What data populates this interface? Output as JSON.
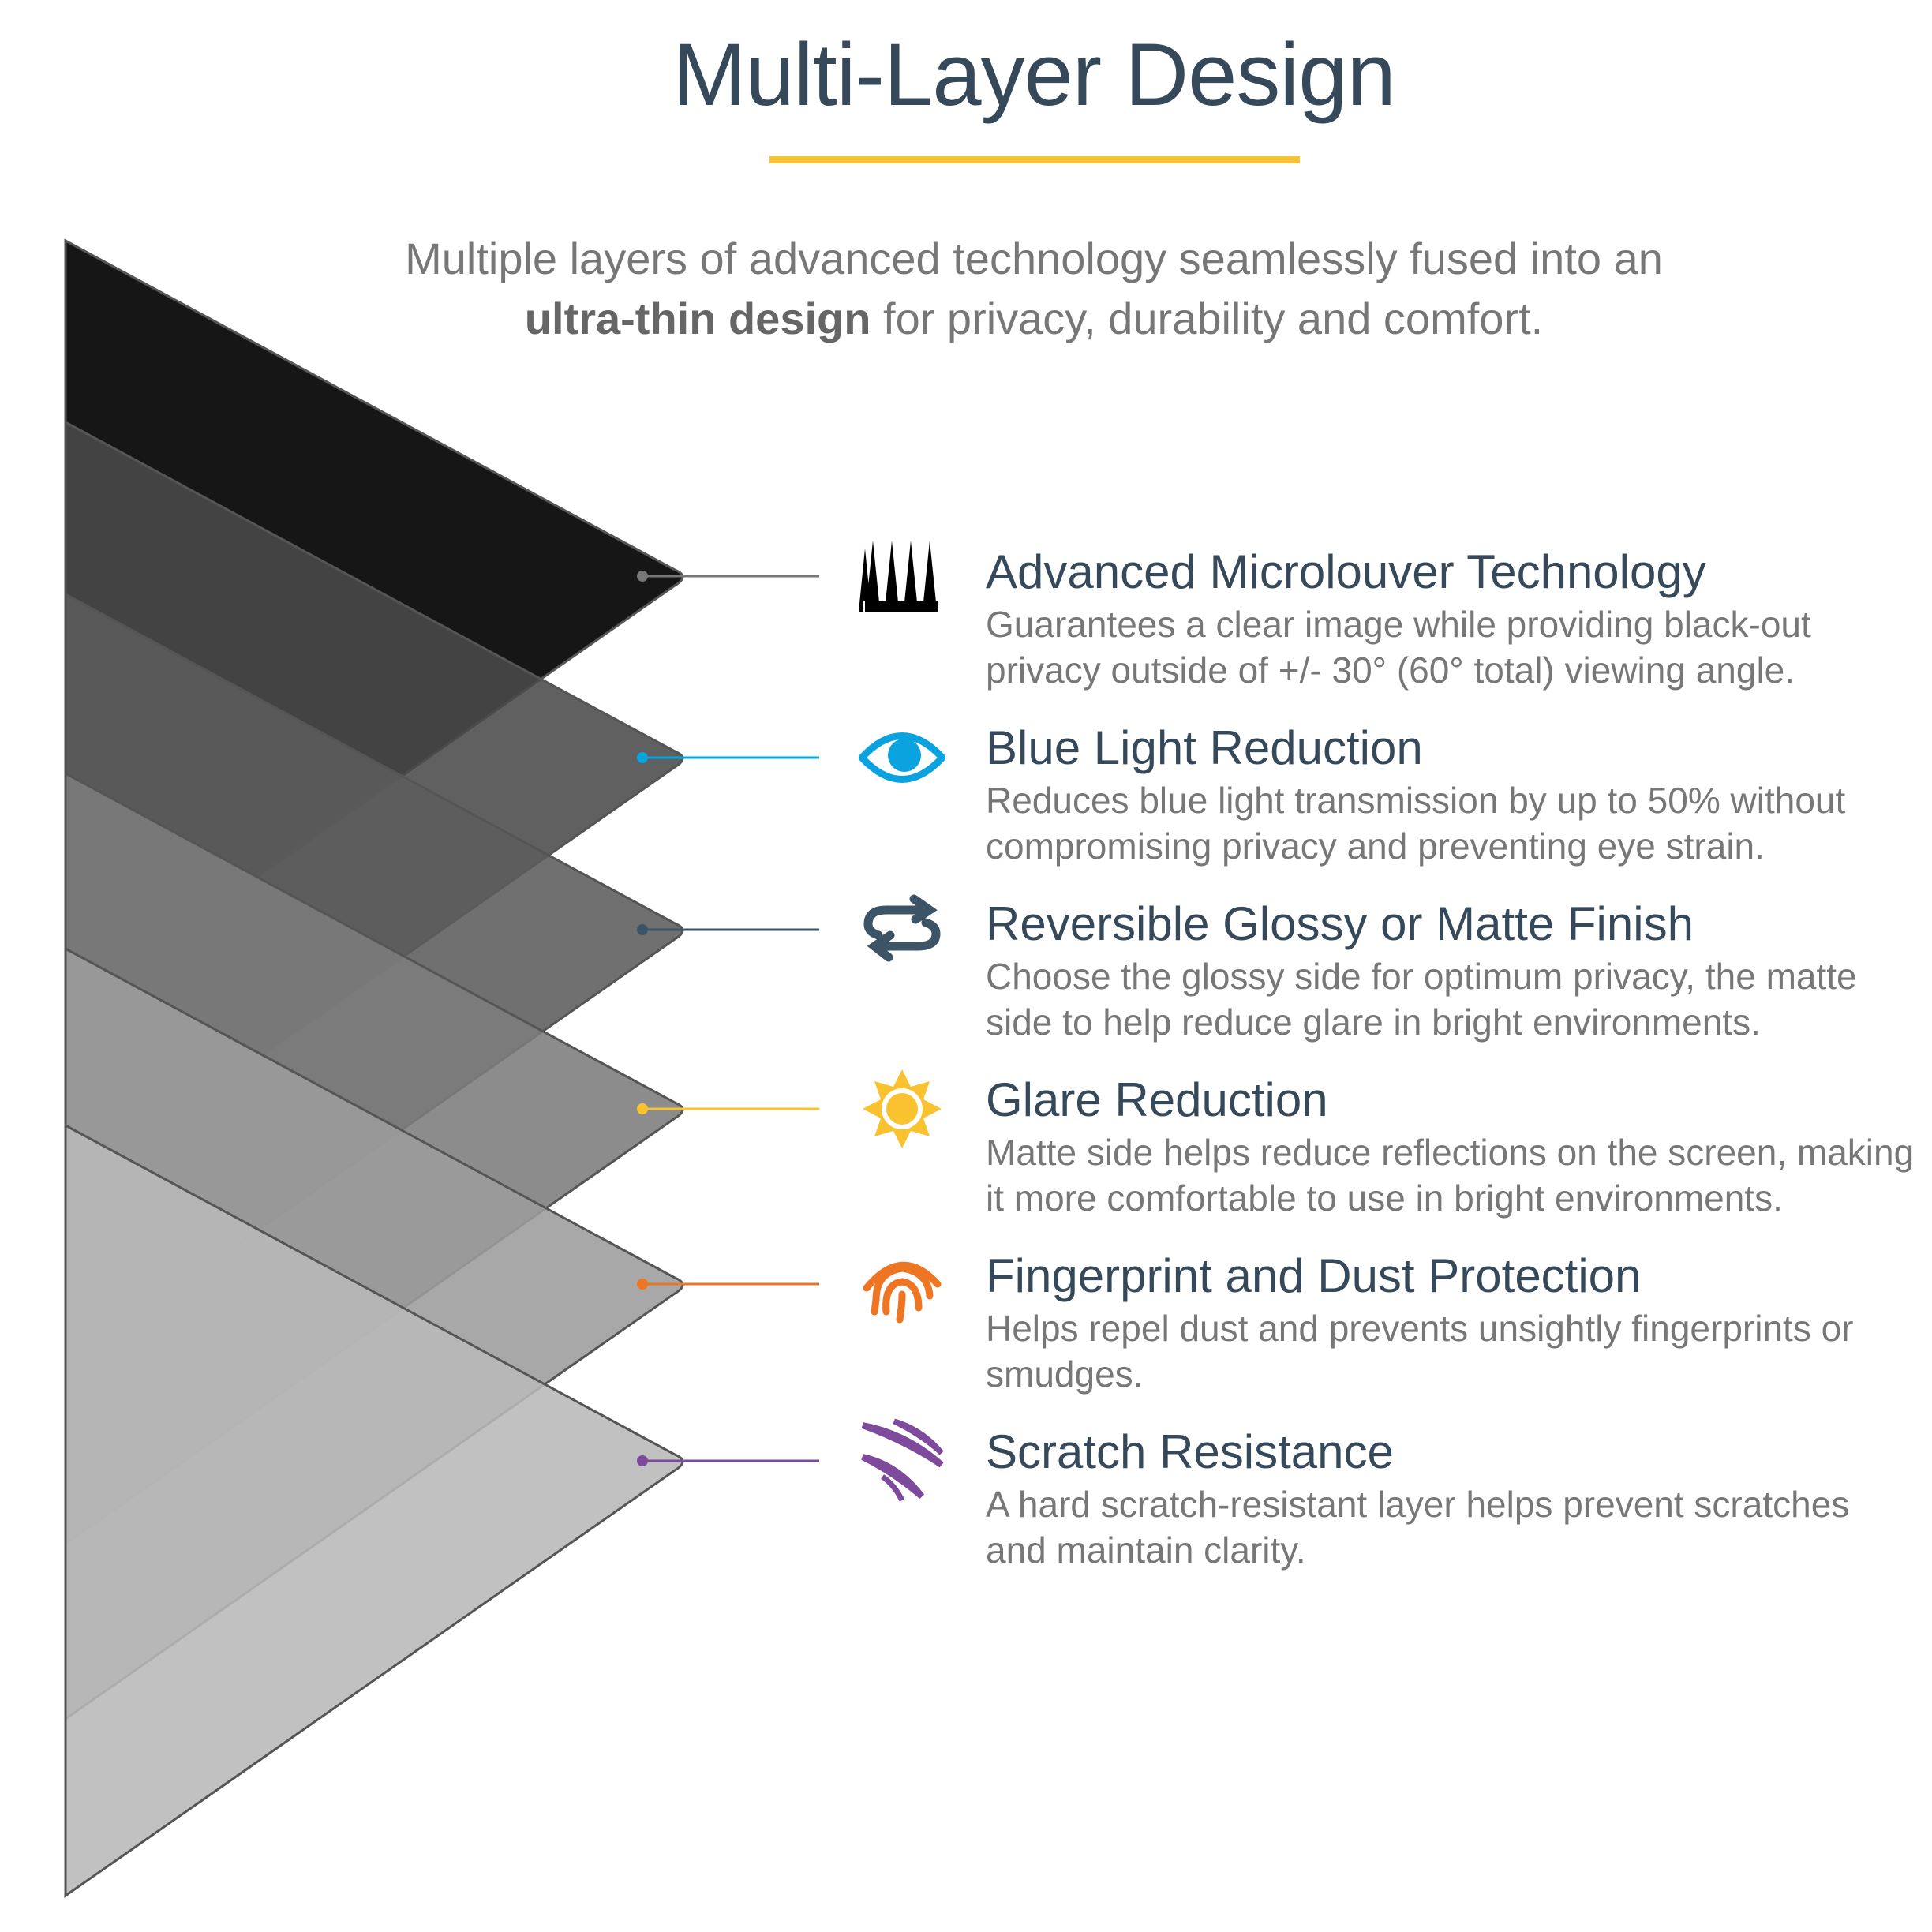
{
  "title": "Multi-Layer Design",
  "subtitle": {
    "line1": "Multiple layers of advanced technology seamlessly fused into an",
    "bold": "ultra-thin design",
    "rest": " for privacy, durability and comfort."
  },
  "colors": {
    "accent": "#f7c331",
    "heading": "#35495b",
    "body": "#777777"
  },
  "features": [
    {
      "icon": "microlouver-icon",
      "color": "#000000",
      "title": "Advanced Microlouver Technology",
      "desc": "Guarantees a clear image while providing black-out privacy outside of +/- 30° (60° total) viewing angle."
    },
    {
      "icon": "eye-icon",
      "color": "#0aa3df",
      "title": "Blue Light Reduction",
      "desc": "Reduces blue light transmission by up to 50% without compromising privacy and preventing eye strain."
    },
    {
      "icon": "reverse-arrows-icon",
      "color": "#3d5466",
      "title": "Reversible Glossy or Matte Finish",
      "desc": "Choose the glossy side for optimum privacy, the matte side to help reduce glare in bright environments."
    },
    {
      "icon": "sun-icon",
      "color": "#f9c22e",
      "title": "Glare Reduction",
      "desc": "Matte side helps reduce reflections on the screen, making it more comfortable to use in bright environments."
    },
    {
      "icon": "fingerprint-icon",
      "color": "#ee7623",
      "title": "Fingerprint and Dust Protection",
      "desc": "Helps repel dust and prevents unsightly fingerprints or smudges."
    },
    {
      "icon": "scratch-icon",
      "color": "#7d4a9c",
      "title": "Scratch Resistance",
      "desc": "A hard scratch-resistant layer helps prevent scratches and maintain clarity."
    }
  ]
}
